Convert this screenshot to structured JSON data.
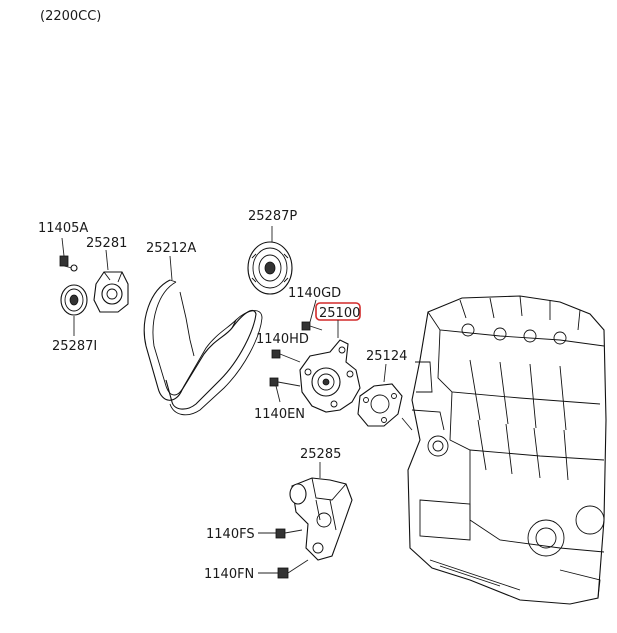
{
  "header": {
    "engine_variant": "(2200CC)"
  },
  "callouts": {
    "bolt_top_left": "11405A",
    "tensioner": "25281",
    "idler_pulley": "25287I",
    "drive_belt": "25212A",
    "pump_pulley": "25287P",
    "bolt_gd": "1140GD",
    "water_pump": "25100",
    "bolt_hd": "1140HD",
    "bolt_en": "1140EN",
    "gasket": "25124",
    "bracket": "25285",
    "bolt_fs": "1140FS",
    "bolt_fn": "1140FN"
  },
  "highlight": {
    "part": "25100",
    "color": "#d22a2a"
  }
}
